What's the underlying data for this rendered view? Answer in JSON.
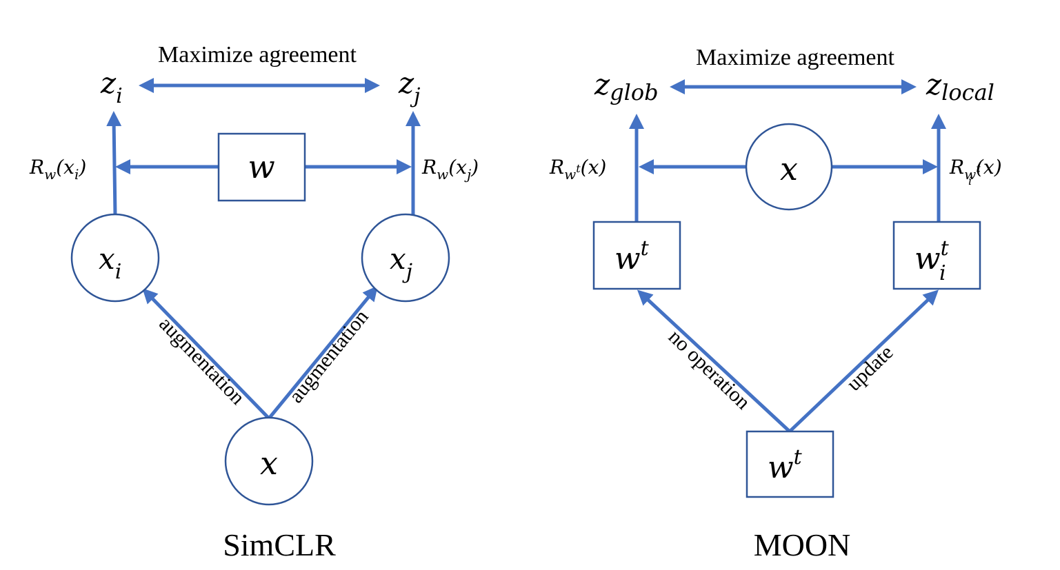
{
  "simclr": {
    "top_label": "Maximize agreement",
    "z_left": "z",
    "z_left_sub": "i",
    "z_right": "z",
    "z_right_sub": "j",
    "r_left": {
      "r": "R",
      "sub": "w",
      "arg_open": "(x",
      "arg_sub": "i",
      "arg_close": ")"
    },
    "r_right": {
      "r": "R",
      "sub": "w",
      "arg_open": "(x",
      "arg_sub": "j",
      "arg_close": ")"
    },
    "center_box": "w",
    "x_left": "x",
    "x_left_sub": "i",
    "x_right": "x",
    "x_right_sub": "j",
    "bottom_x": "x",
    "edge_left": "augmentation",
    "edge_right": "augmentation",
    "caption": "SimCLR"
  },
  "moon": {
    "top_label": "Maximize agreement",
    "z_left": "z",
    "z_left_sub": "glob",
    "z_right": "z",
    "z_right_sub": "local",
    "r_left": {
      "r": "R",
      "sub": "w",
      "sub_sup": "t",
      "arg": "(x)"
    },
    "r_right": {
      "r": "R",
      "sub": "w",
      "sub_sup": "t",
      "sub_sub": "i",
      "arg": "(x)"
    },
    "center_circle": "x",
    "box_left": "w",
    "box_left_sup": "t",
    "box_right": "w",
    "box_right_sup": "t",
    "box_right_sub": "i",
    "bottom_box": "w",
    "bottom_box_sup": "t",
    "edge_left": "no operation",
    "edge_right": "update",
    "caption": "MOON"
  },
  "colors": {
    "arrow": "#4472C4",
    "node_stroke": "#2F5597"
  }
}
